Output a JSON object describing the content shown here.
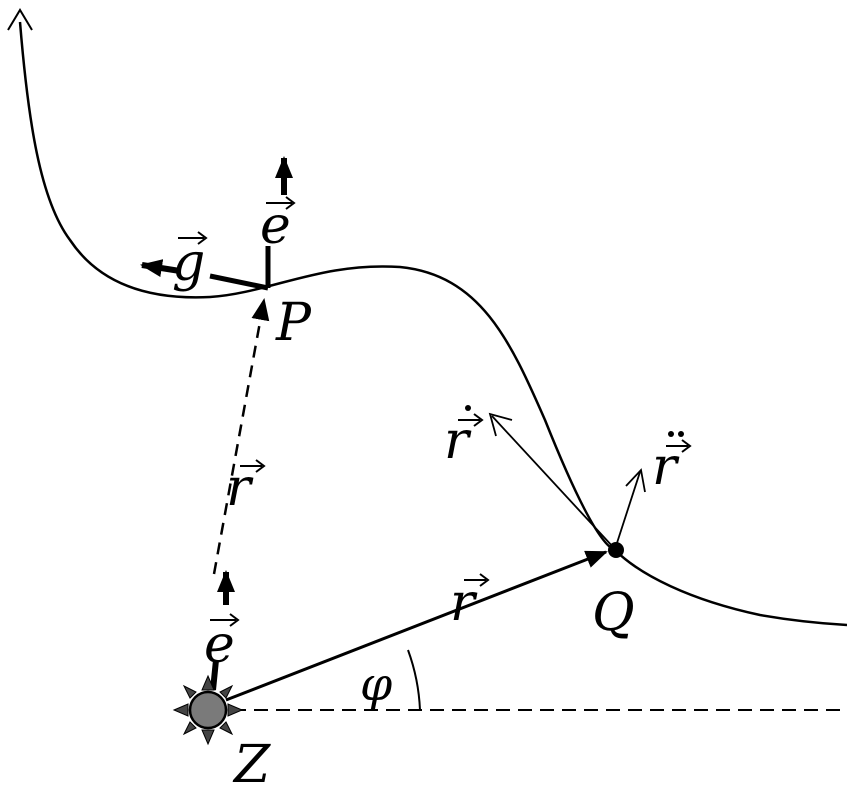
{
  "labels": {
    "P": "P",
    "Q": "Q",
    "Z": "Z",
    "phi": "φ",
    "r_dashed": "r",
    "r_solid": "r",
    "r_dot": "r",
    "r_ddot": "r",
    "e_at_P": "e",
    "e_at_Z": "e",
    "g_at_P": "g"
  },
  "colors": {
    "stroke": "#000000",
    "sun_fill": "#7a7a7a"
  }
}
